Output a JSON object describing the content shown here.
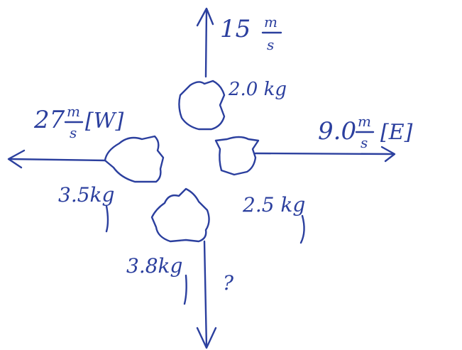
{
  "colors": {
    "ink": "#2b3f9e",
    "background": "#ffffff"
  },
  "fragments": {
    "north": {
      "mass": "2.0 kg",
      "speed_value": "15",
      "unit_numerator": "m",
      "unit_denominator": "s",
      "direction": ""
    },
    "west": {
      "mass": "3.5kg",
      "speed_value": "27",
      "unit_numerator": "m",
      "unit_denominator": "s",
      "direction": "[W]"
    },
    "east": {
      "mass": "2.5 kg",
      "speed_value": "9.0",
      "unit_numerator": "m",
      "unit_denominator": "s",
      "direction": "[E]"
    },
    "south": {
      "mass": "3.8kg",
      "unknown": "?"
    }
  }
}
